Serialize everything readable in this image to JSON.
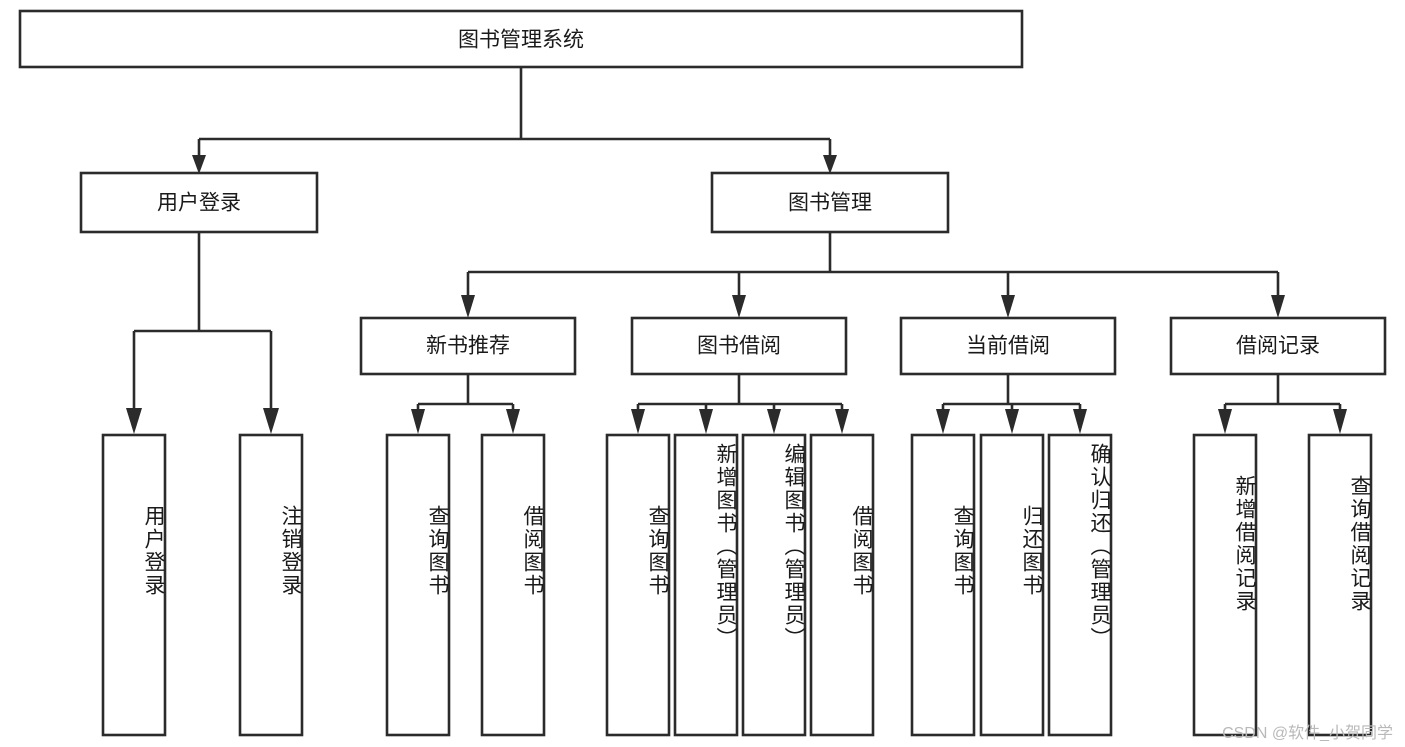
{
  "diagram": {
    "title": "图书管理系统",
    "type": "hierarchy-tree",
    "root": {
      "id": "root",
      "label": "图书管理系统"
    },
    "level2": [
      {
        "id": "user-login",
        "label": "用户登录"
      },
      {
        "id": "book-management",
        "label": "图书管理"
      }
    ],
    "level3": [
      {
        "id": "new-book-recommend",
        "label": "新书推荐"
      },
      {
        "id": "book-borrow",
        "label": "图书借阅"
      },
      {
        "id": "current-borrow",
        "label": "当前借阅"
      },
      {
        "id": "borrow-record",
        "label": "借阅记录"
      }
    ],
    "leaves": {
      "user_login": [
        {
          "id": "leaf-user-login",
          "label": "用户登录"
        },
        {
          "id": "leaf-logout",
          "label": "注销登录"
        }
      ],
      "new_book_recommend": [
        {
          "id": "leaf-query-book-1",
          "label": "查询图书"
        },
        {
          "id": "leaf-borrow-book-1",
          "label": "借阅图书"
        }
      ],
      "book_borrow": [
        {
          "id": "leaf-query-book-2",
          "label": "查询图书"
        },
        {
          "id": "leaf-add-book",
          "label": "新增图书（管理员）"
        },
        {
          "id": "leaf-edit-book",
          "label": "编辑图书（管理员）"
        },
        {
          "id": "leaf-borrow-book-2",
          "label": "借阅图书"
        }
      ],
      "current_borrow": [
        {
          "id": "leaf-query-book-3",
          "label": "查询图书"
        },
        {
          "id": "leaf-return-book",
          "label": "归还图书"
        },
        {
          "id": "leaf-confirm-return",
          "label": "确认归还（管理员）"
        }
      ],
      "borrow_record": [
        {
          "id": "leaf-add-record",
          "label": "新增借阅记录"
        },
        {
          "id": "leaf-query-record",
          "label": "查询借阅记录"
        }
      ]
    }
  },
  "watermark": {
    "text": "CSDN @软件_小贺同学"
  },
  "colors": {
    "stroke": "#2b2b2b",
    "fill": "#ffffff",
    "text": "#1a1a1a",
    "watermark": "#b9b9b9"
  }
}
